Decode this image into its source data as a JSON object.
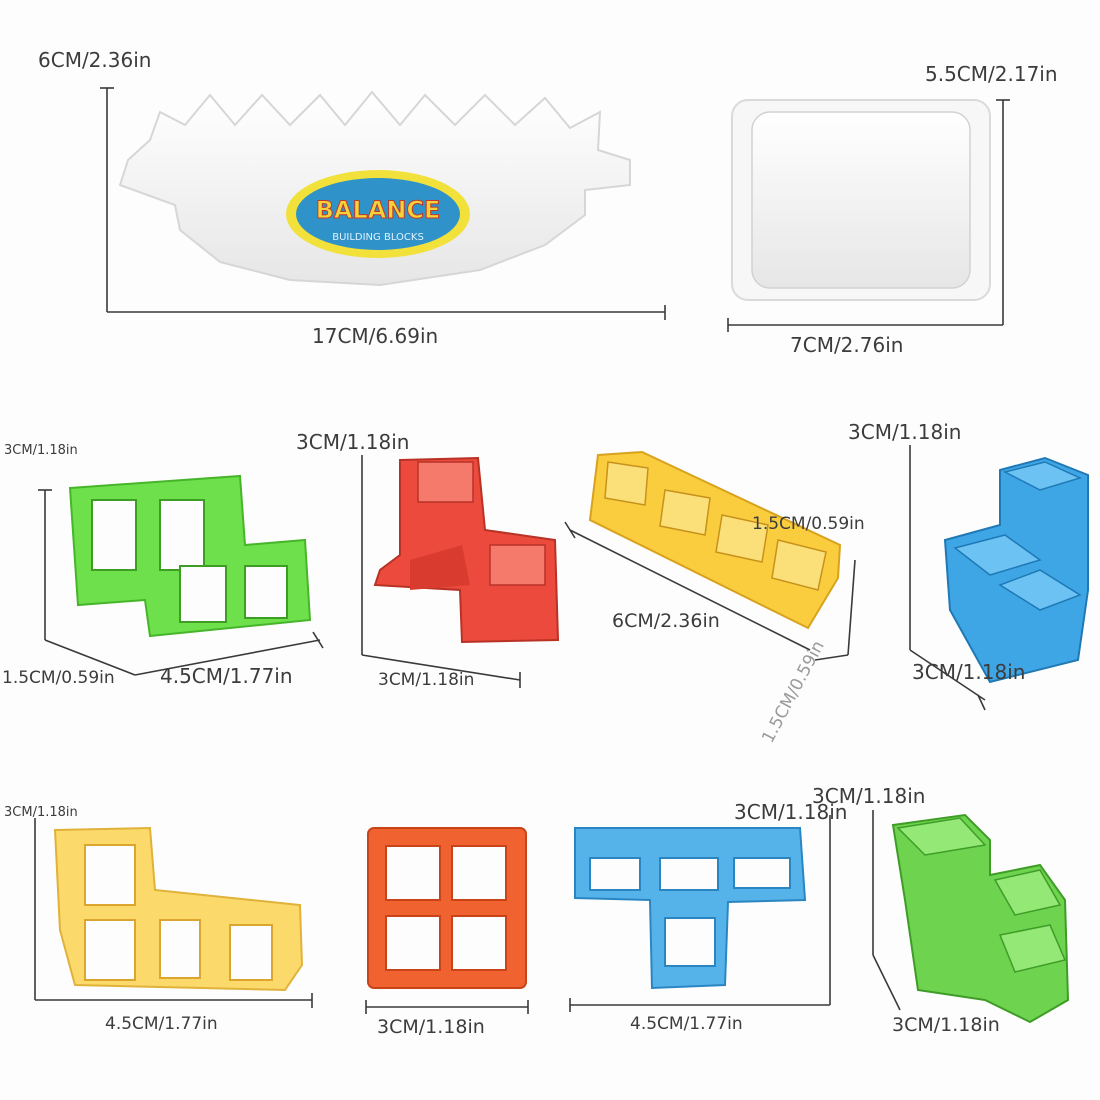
{
  "dimensions": {
    "balance_height": "6CM/2.36in",
    "balance_length": "17CM/6.69in",
    "base_height": "5.5CM/2.17in",
    "base_length": "7CM/2.76in",
    "green_s_height": "3CM/1.18in",
    "green_s_depth": "1.5CM/0.59in",
    "green_s_length": "4.5CM/1.77in",
    "red_l_height": "3CM/1.18in",
    "red_l_width": "3CM/1.18in",
    "yellow_i_width": "1.5CM/0.59in",
    "yellow_i_length": "6CM/2.36in",
    "yellow_i_depth": "1.5CM/0.59in",
    "blue_l_height": "3CM/1.18in",
    "blue_l_width": "3CM/1.18in",
    "yellow_l_height": "3CM/1.18in",
    "yellow_l_length": "4.5CM/1.77in",
    "orange_o_width": "3CM/1.18in",
    "blue_t_height": "3CM/1.18in",
    "blue_t_length": "4.5CM/1.77in",
    "green_z_height": "3CM/1.18in",
    "green_z_width": "3CM/1.18in"
  },
  "balance_logo": {
    "title": "BALANCE",
    "subtitle": "BUILDING BLOCKS"
  },
  "colors": {
    "green": "#6ee04c",
    "red": "#ec4a3c",
    "yellow": "#f9cd3e",
    "blue": "#3fa6e6",
    "orange": "#f0622f",
    "pale_yellow": "#fbd96a",
    "white_piece": "#f4f4f4"
  }
}
